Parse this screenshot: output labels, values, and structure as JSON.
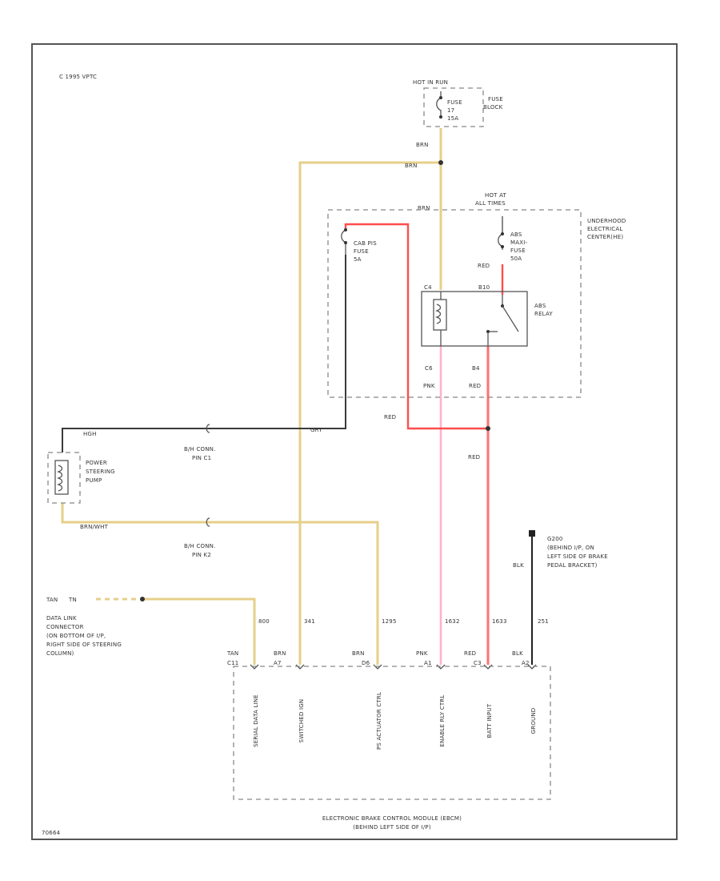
{
  "copyright": "C 1995 VPTC",
  "figure_code": "70664",
  "fuse_block": {
    "hot_label": "HOT IN RUN",
    "fuse_lines": [
      "FUSE",
      "17",
      "15A"
    ],
    "block_lines": [
      "FUSE",
      "BLOCK"
    ],
    "wire_color": "BRN"
  },
  "underhood_center": {
    "hot_lines": [
      "HOT AT",
      "ALL TIMES"
    ],
    "name_lines": [
      "UNDERHOOD",
      "ELECTRICAL",
      "CENTER(HE)"
    ],
    "cab_fuse_lines": [
      "CAB PIS",
      "FUSE",
      "5A"
    ],
    "abs_fuse_lines": [
      "ABS",
      "MAXI-",
      "FUSE",
      "50A"
    ],
    "relay_lines": [
      "ABS",
      "RELAY"
    ],
    "pin_labels": [
      "C4",
      "B10",
      "C6",
      "B4"
    ],
    "wire_colors": [
      "BRN",
      "BRN",
      "RED",
      "PNK",
      "RED",
      "RED",
      "RED"
    ]
  },
  "power_steering": {
    "name_lines": [
      "POWER",
      "STEERING",
      "PUMP"
    ],
    "wire_top": "HGH",
    "wire_bottom": "BRN/WHT",
    "wire_gray": "GRY",
    "conn1_lines": [
      "B/H CONN.",
      "PIN C1"
    ],
    "conn2_lines": [
      "B/H CONN.",
      "PIN K2"
    ]
  },
  "ground": {
    "name_lines": [
      "G200",
      "(BEHIND I/P, ON",
      "LEFT SIDE OF BRAKE",
      "PEDAL BRACKET)"
    ],
    "wire_color": "BLK"
  },
  "data_link": {
    "wire_color": "TAN",
    "wire_marker": "TN",
    "name_lines": [
      "DATA LINK",
      "CONNECTOR",
      "(ON BOTTOM OF I/P,",
      "RIGHT SIDE OF STEERING",
      "COLUMN)"
    ]
  },
  "ebcm": {
    "pins": [
      {
        "circuit": "800",
        "color": "TAN",
        "cavity": "C11",
        "function": "SERIAL DATA LINE"
      },
      {
        "circuit": "341",
        "color": "BRN",
        "cavity": "A7",
        "function": "SWITCHED IGN"
      },
      {
        "circuit": "1295",
        "color": "BRN",
        "cavity": "D6",
        "function": "PS ACTUATOR CTRL"
      },
      {
        "circuit": "1632",
        "color": "PNK",
        "cavity": "A1",
        "function": "ENABLE RLY CTRL"
      },
      {
        "circuit": "1633",
        "color": "RED",
        "cavity": "C3",
        "function": "BATT INPUT"
      },
      {
        "circuit": "251",
        "color": "BLK",
        "cavity": "A2",
        "function": "GROUND"
      }
    ],
    "name_lines": [
      "ELECTRONIC BRAKE CONTROL MODULE (EBCM)",
      "(BEHIND LEFT SIDE OF I/P)"
    ]
  }
}
